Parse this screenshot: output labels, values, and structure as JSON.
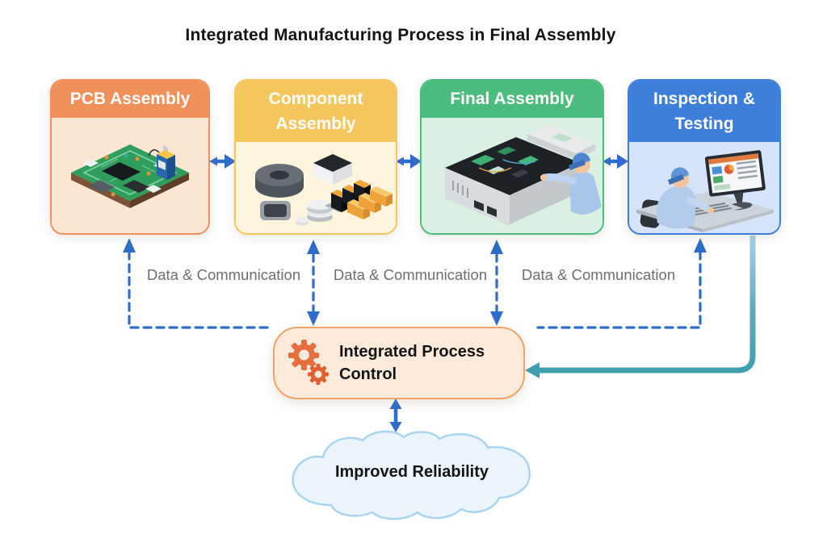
{
  "title": "Integrated Manufacturing Process in Final Assembly",
  "stages": [
    {
      "label": "PCB Assembly",
      "header_color": "#f0915c",
      "body_color": "#fbe6d1",
      "illustration": "pcb-circuit-board"
    },
    {
      "label": "Component Assembly",
      "header_color": "#f6c65e",
      "body_color": "#fdf4dd",
      "illustration": "electronic-components"
    },
    {
      "label": "Final Assembly",
      "header_color": "#4cbb7e",
      "body_color": "#d9f0e2",
      "illustration": "worker-assembling-chassis"
    },
    {
      "label": "Inspection & Testing",
      "header_color": "#3e7edb",
      "body_color": "#d6e4f9",
      "illustration": "worker-testing-at-computer"
    }
  ],
  "data_links": [
    {
      "label": "Data & Communication"
    },
    {
      "label": "Data & Communication"
    },
    {
      "label": "Data & Communication"
    }
  ],
  "process_control": {
    "label": "Integrated Process Control",
    "icon": "gears-icon"
  },
  "outcome_cloud": {
    "label": "Improved Reliability"
  },
  "colors": {
    "arrow_blue": "#2e6cc9",
    "feedback_teal": "#3f9fae",
    "label_gray": "#6e6e6e",
    "control_fill": "#fdeadb",
    "control_border": "#eca46b",
    "cloud_fill": "#eaf4fa",
    "cloud_border": "#a9d4ef",
    "gear_orange": "#e2673a"
  }
}
